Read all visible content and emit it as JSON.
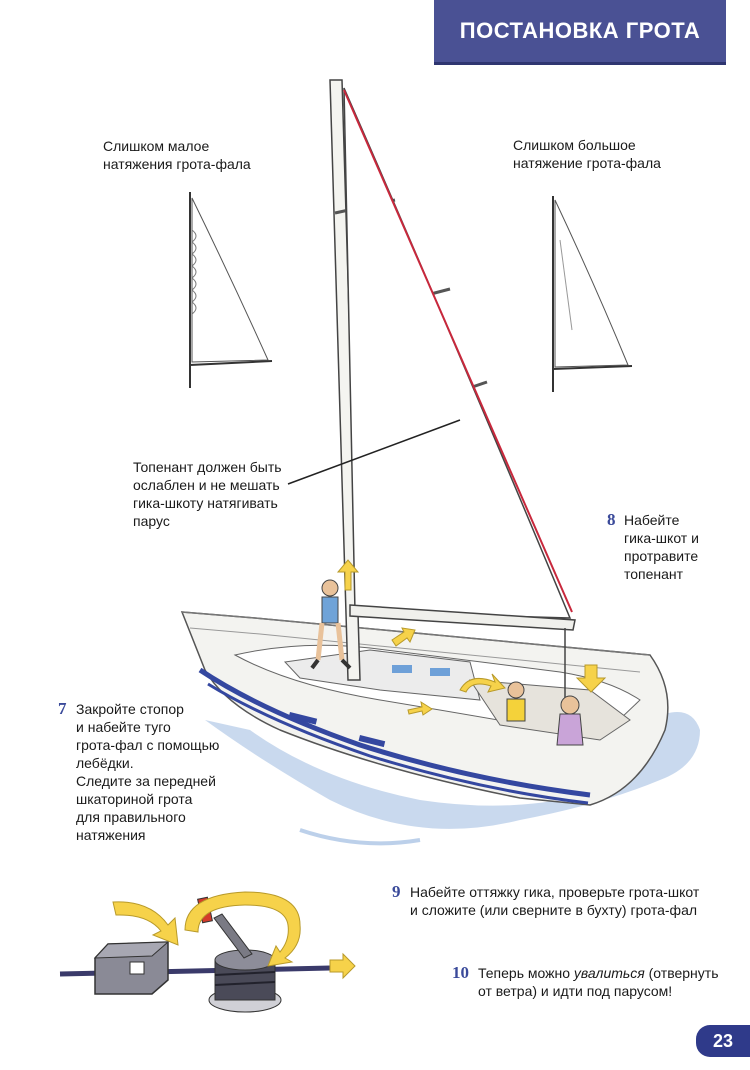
{
  "header": {
    "title": "ПОСТАНОВКА ГРОТА"
  },
  "captions": {
    "too_little": "Слишком малое\nнатяжения грота-фала",
    "too_much": "Слишком большое\nнатяжение грота-фала",
    "topping_lift": "Топенант должен быть\nослаблен и не мешать\nгика-шкоту натягивать\nпарус"
  },
  "steps": [
    {
      "number": "7",
      "text": "Закройте стопор\nи набейте туго\nгрота-фал с помощью\nлебёдки.\nСледите за передней\nшкаториной грота\nдля правильного\nнатяжения"
    },
    {
      "number": "8",
      "text": "Набейте\nгика-шкот и\nпротравите\nтопенант"
    },
    {
      "number": "9",
      "text": "Набейте оттяжку гика, проверьте грота-шкот\nи сложите (или сверните в бухту) грота-фал"
    },
    {
      "number": "10",
      "text_before": "Теперь можно ",
      "text_italic": "увалиться",
      "text_after": " (отвернуть\nот ветра) и идти под парусом!"
    }
  ],
  "page_number": "23",
  "colors": {
    "header_bg": "#4a5194",
    "number_color": "#3a4a9a",
    "halyard_red": "#c8283c",
    "arrow_yellow": "#f6d24a",
    "water_blue": "#bcd0ea",
    "hull_stripe": "#3447a0"
  }
}
